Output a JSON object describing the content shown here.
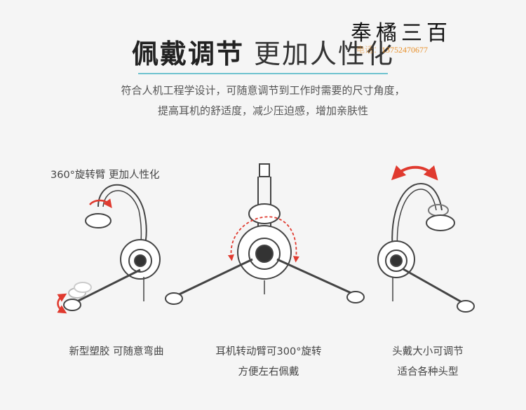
{
  "header": {
    "title_bold": "佩戴调节",
    "title_light": "更加人性化",
    "brand_watermark": "奉橘三百",
    "phone_label": "电话：",
    "phone_number": "13752470677"
  },
  "description": {
    "line1": "符合人机工程学设计，可随意调节到工作时需要的尺寸角度，",
    "line2": "提高耳机的舒适度，减少压迫感，增加亲肤性"
  },
  "features": [
    {
      "label": "360°旋转臂 更加人性化"
    },
    {
      "caption": "新型塑胶 可随意弯曲"
    },
    {
      "caption_line1": "耳机转动臂可300°旋转",
      "caption_line2": "方便左右佩戴"
    },
    {
      "caption_line1": "头戴大小可调节",
      "caption_line2": "适合各种头型"
    }
  ],
  "colors": {
    "accent_rule": "#6fc3cf",
    "arrow_red": "#e03a2f",
    "phone_orange": "#e8902a"
  }
}
